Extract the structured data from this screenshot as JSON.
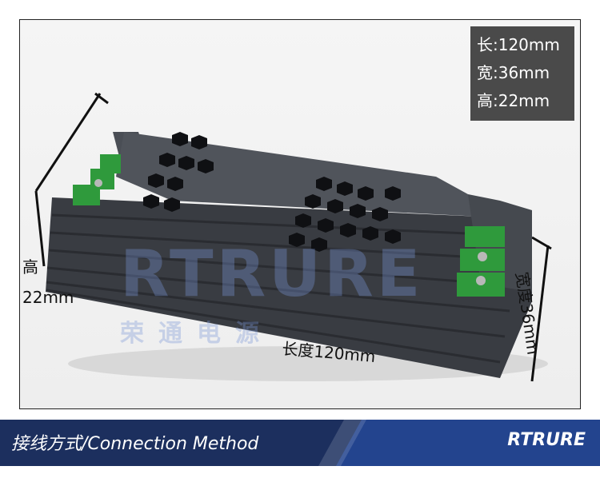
{
  "specs": {
    "length": "长:120mm",
    "width": "宽:36mm",
    "height": "高:22mm"
  },
  "dimensions": {
    "height_label": "高",
    "height_value": "22mm",
    "length_label": "长度120mm",
    "width_label": "宽度36mm"
  },
  "watermark": {
    "brand": "RTRURE",
    "subtitle": "荣通电源"
  },
  "banner": {
    "title": "接线方式/Connection Method",
    "brand": "RTRURE"
  },
  "colors": {
    "banner_dark": "#1c2f5e",
    "banner_blue": "#23448e",
    "housing": "#3f4349",
    "terminal": "#2f9a3c"
  }
}
